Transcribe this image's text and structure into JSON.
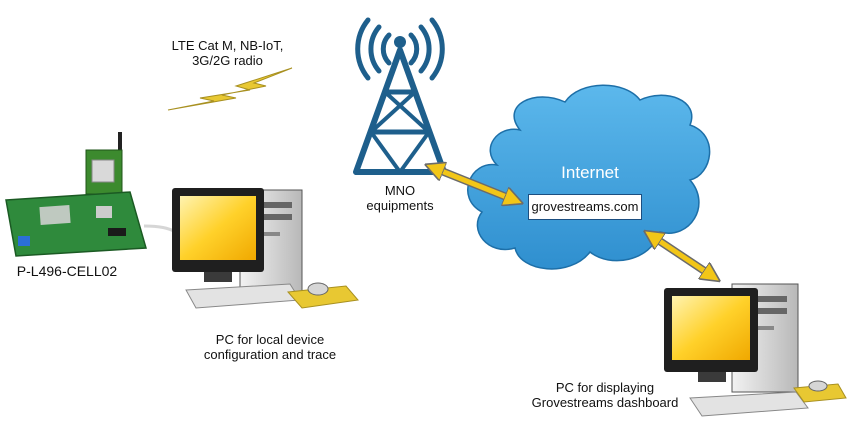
{
  "labels": {
    "radio_line1": "LTE Cat M, NB-IoT,",
    "radio_line2": "3G/2G radio",
    "board": "P-L496-CELL02",
    "mno_line1": "MNO",
    "mno_line2": "equipments",
    "internet": "Internet",
    "url": "grovestreams.com",
    "pc_local_line1": "PC for local device",
    "pc_local_line2": "configuration and trace",
    "pc_dash_line1": "PC for displaying",
    "pc_dash_line2": "Grovestreams dashboard"
  },
  "icons": [
    "lightning-bolt-icon",
    "cell-tower-icon",
    "cloud-icon",
    "board-icon",
    "desktop-pc-icon"
  ],
  "colors": {
    "cloud": "#3a9fda",
    "tower": "#1e5f8c",
    "bolt": "#e8c832",
    "arrow": "#f2c618",
    "screen": "#ffd12a",
    "board": "#2f8a3c"
  }
}
